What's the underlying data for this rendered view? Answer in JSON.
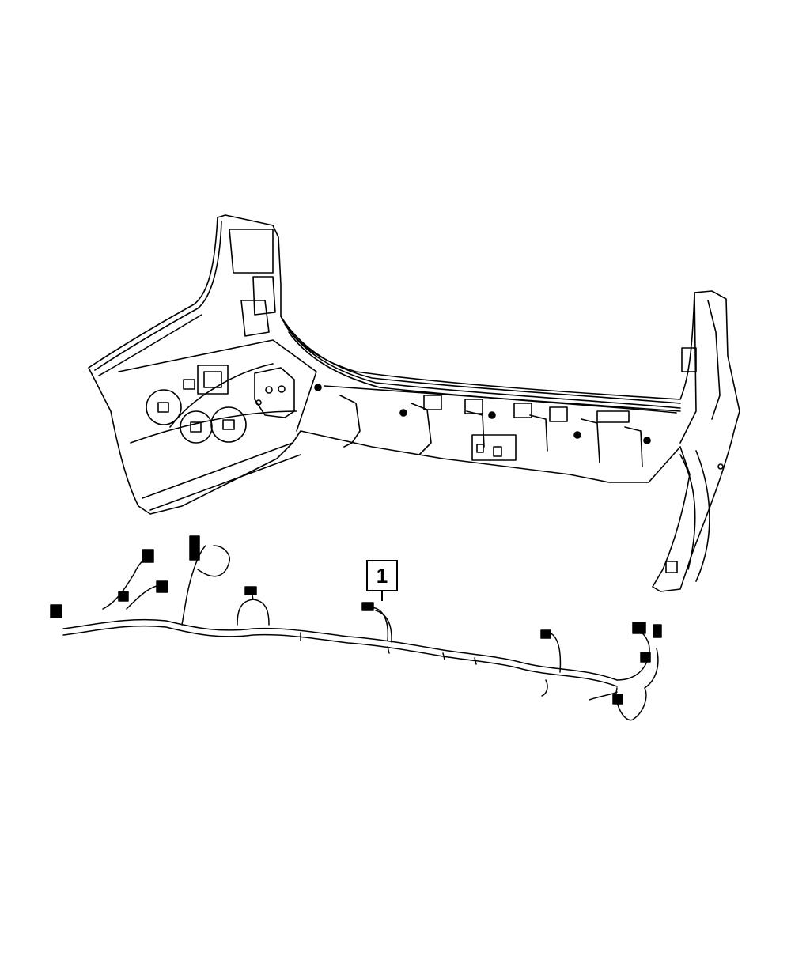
{
  "diagram": {
    "type": "parts-illustration",
    "subject": "rear bumper fascia with wiring harness",
    "background_color": "#ffffff",
    "line_color": "#000000",
    "components": [
      {
        "name": "rear-bumper-fascia",
        "label": ""
      },
      {
        "name": "wiring-harness",
        "label": "1"
      }
    ],
    "callouts": [
      {
        "id": "callout-1",
        "label": "1",
        "target": "wiring-harness"
      }
    ]
  }
}
